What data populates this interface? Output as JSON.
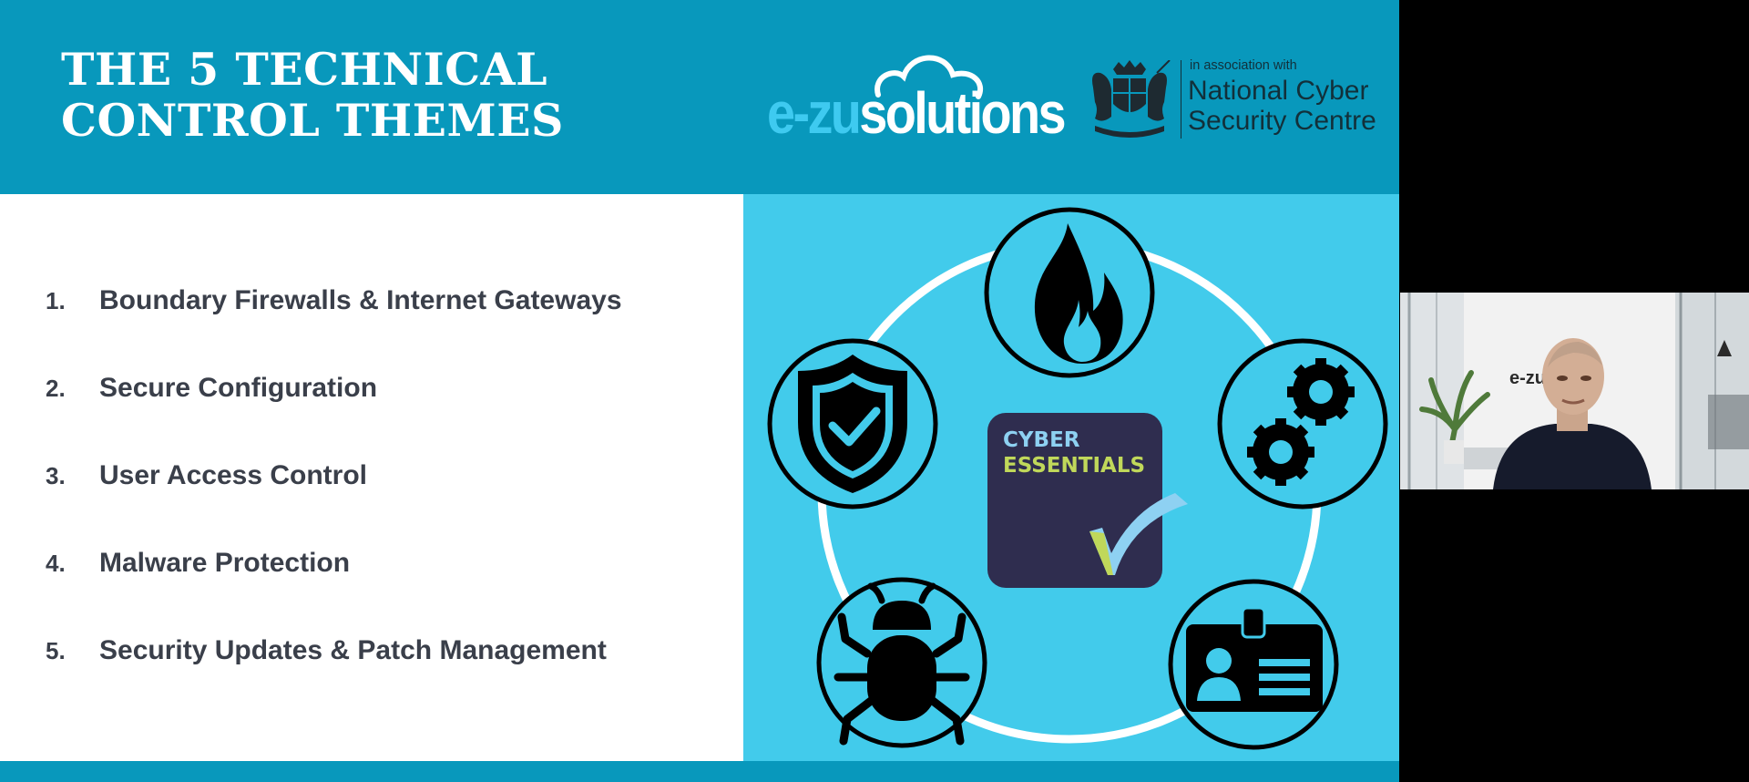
{
  "slide": {
    "title": "THE 5 TECHNICAL\nCONTROL THEMES",
    "logo": {
      "part1": "e-zu",
      "part2": "solutions"
    },
    "partner": {
      "association": "in association with",
      "name": "National Cyber\nSecurity Centre"
    },
    "controls": [
      {
        "number": "1.",
        "label": "Boundary Firewalls & Internet Gateways",
        "icon": "flame-icon"
      },
      {
        "number": "2.",
        "label": "Secure Configuration",
        "icon": "gears-icon"
      },
      {
        "number": "3.",
        "label": "User Access Control",
        "icon": "id-card-icon"
      },
      {
        "number": "4.",
        "label": "Malware Protection",
        "icon": "bug-icon"
      },
      {
        "number": "5.",
        "label": "Security Updates & Patch Management",
        "icon": "shield-check-icon"
      }
    ],
    "badge": {
      "line1": "CYBER",
      "line2": "ESSENTIALS"
    }
  },
  "colors": {
    "header": "#0898bc",
    "panel": "#42cbeb",
    "badge": "#2f2d4f",
    "badge_text_blue": "#8ed1f2",
    "badge_text_green": "#c0d85a",
    "text": "#3a3f4a"
  },
  "webcam": {
    "wall_logo": "e-zu"
  }
}
